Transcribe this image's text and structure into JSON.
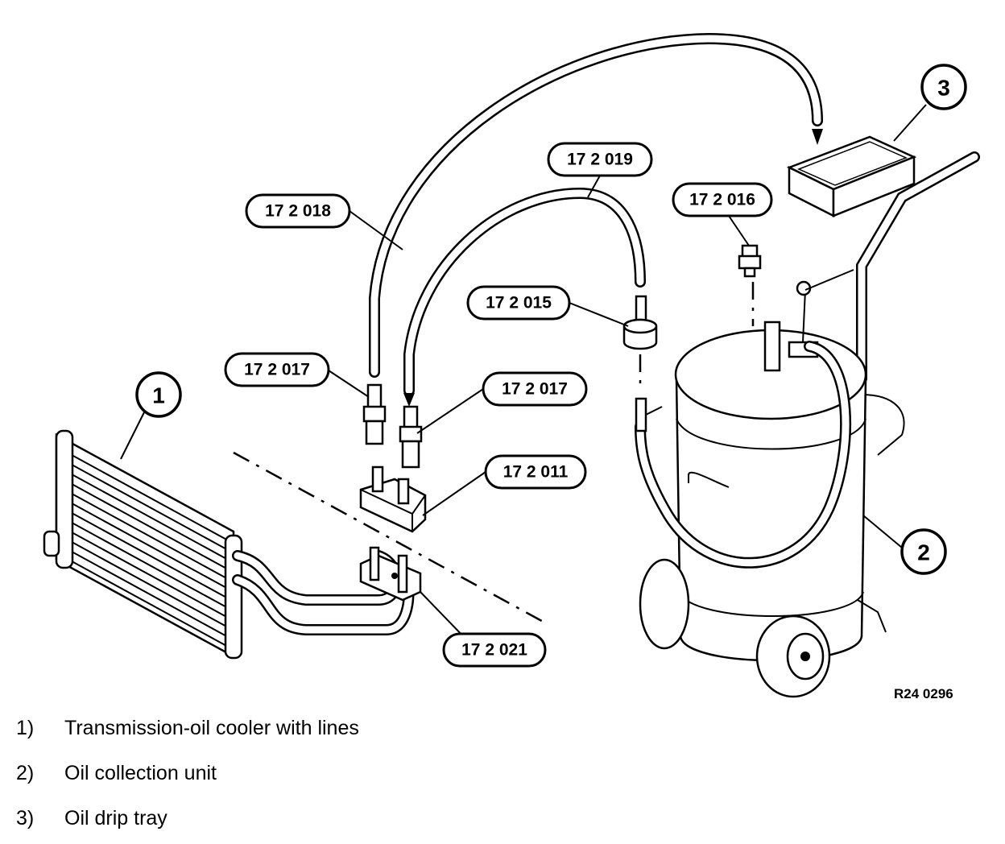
{
  "part_labels": {
    "p018": "17 2 018",
    "p019": "17 2 019",
    "p016": "17 2 016",
    "p015": "17 2 015",
    "p017a": "17 2 017",
    "p017b": "17 2 017",
    "p011": "17 2 011",
    "p021": "17 2 021"
  },
  "callouts": {
    "c1": "1",
    "c2": "2",
    "c3": "3"
  },
  "reference_code": "R24 0296",
  "legend": [
    {
      "num": "1)",
      "text": "Transmission-oil cooler with lines"
    },
    {
      "num": "2)",
      "text": "Oil collection unit"
    },
    {
      "num": "3)",
      "text": "Oil drip tray"
    }
  ]
}
